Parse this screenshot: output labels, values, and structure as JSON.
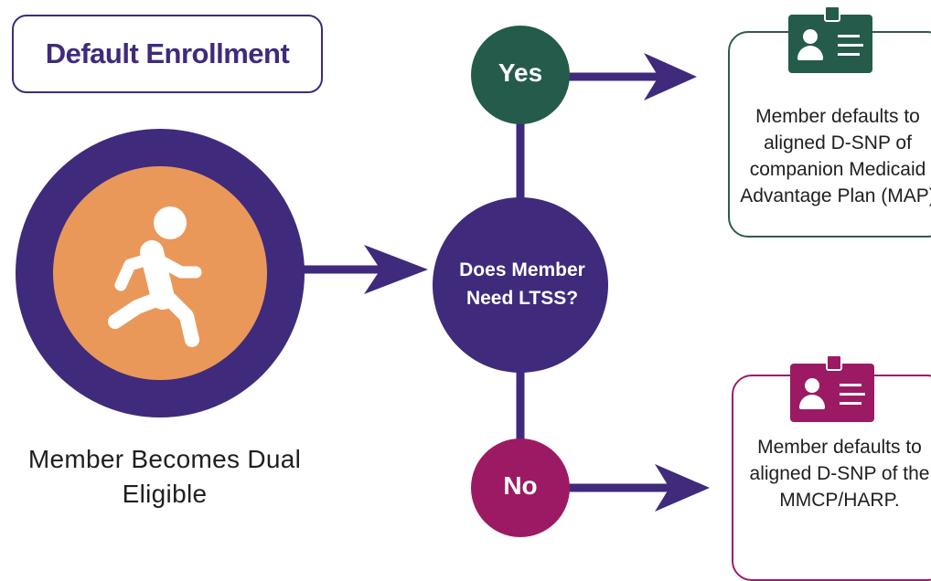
{
  "title": "Default Enrollment",
  "start_caption": "Member Becomes Dual Eligible",
  "decision": "Does Member Need LTSS?",
  "yes_label": "Yes",
  "no_label": "No",
  "outcome_yes": "Member defaults to aligned D-SNP of companion Medicaid Advantage Plan (MAP)",
  "outcome_no": "Member defaults to aligned D-SNP of the MMCP/HARP.",
  "colors": {
    "purple": "#3f2a7c",
    "orange": "#e9985a",
    "green": "#245b4a",
    "magenta": "#9c1a63"
  },
  "icons": {
    "start": "walking-person-icon",
    "outcome": "id-badge-icon"
  }
}
